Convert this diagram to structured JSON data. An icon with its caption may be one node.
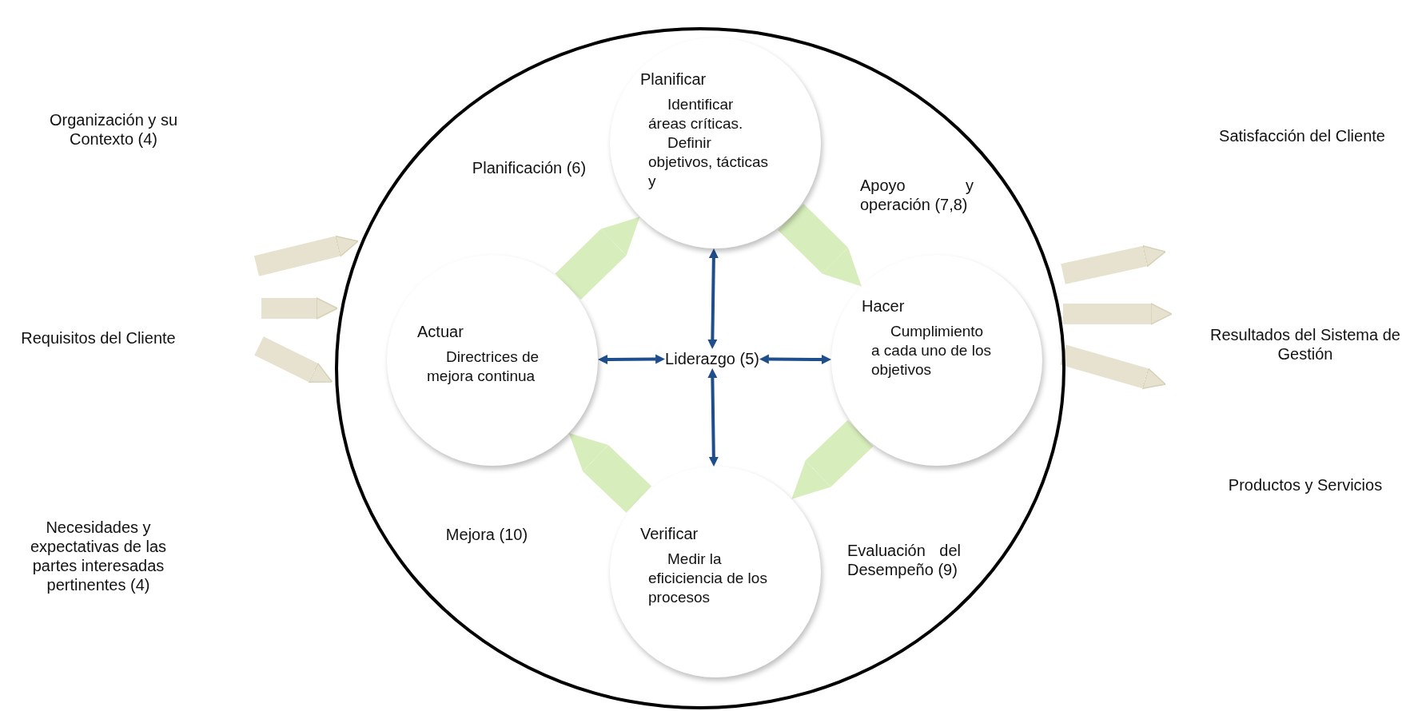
{
  "diagram": {
    "nodes": [
      {
        "text": [],
        "shape": "circle"
      },
      {
        "text": [
          "Planificar",
          "Identificar áreas críticas.",
          "Definir objetivos, tácticas y"
        ],
        "in": 0
      },
      {
        "text": [
          "Hacer",
          "Cumplimiento a cada uno de los objetivos"
        ],
        "in": 0
      },
      {
        "text": [
          "Verificar",
          "Medir la eficiciencia de los procesos"
        ],
        "in": 0
      },
      {
        "text": [
          "Actuar",
          "Directrices de mejora continua"
        ],
        "in": 0
      },
      {
        "text": [
          "Liderazgo (5)"
        ],
        "in": 0
      }
    ],
    "edges": [
      {
        "from": 4,
        "to": 1,
        "arrow": "to",
        "color": "#d8edbc"
      },
      {
        "from": 1,
        "to": 2,
        "arrow": "to",
        "color": "#d8edbc"
      },
      {
        "from": 2,
        "to": 3,
        "arrow": "to",
        "color": "#d8edbc"
      },
      {
        "from": 3,
        "to": 4,
        "arrow": "to",
        "color": "#d8edbc"
      },
      {
        "from": 5,
        "to": 1,
        "arrow": "both",
        "color": "#1f4e8c"
      },
      {
        "from": 5,
        "to": 4,
        "arrow": "both",
        "color": "#1f4e8c"
      },
      {
        "from": 5,
        "to": 2,
        "arrow": "both",
        "color": "#1f4e8c"
      },
      {
        "from": 5,
        "to": 3,
        "arrow": "both",
        "color": "#1f4e8c"
      },
      {
        "from": null,
        "to": 0,
        "arrow": "to"
      },
      {
        "from": null,
        "to": 0,
        "arrow": "to"
      },
      {
        "from": null,
        "to": 0,
        "arrow": "to"
      },
      {
        "from": 0,
        "to": null,
        "arrow": "to"
      },
      {
        "from": 0,
        "to": null,
        "arrow": "to"
      },
      {
        "from": 0,
        "to": null,
        "arrow": "to"
      }
    ],
    "labels": [
      "Organización y su Contexto (4)",
      "Satisfacción del Cliente",
      "Planificación (6)",
      "Apoyo y operación (7,8)",
      "Requisitos del Cliente",
      "Resultados del Sistema de Gestión",
      "Productos y Servicios",
      "Necesidades y expectativas de las partes interesadas pertinentes (4)",
      "Mejora (10)",
      "Evaluación del Desempeño (9)"
    ]
  }
}
